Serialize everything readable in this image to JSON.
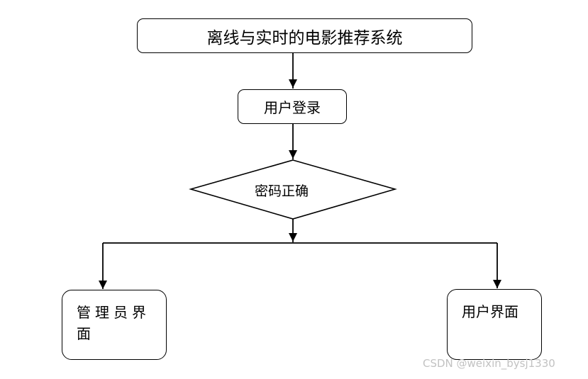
{
  "diagram": {
    "title_box": "离线与实时的电影推荐系统",
    "login_box": "用户登录",
    "decision": "密码正确",
    "admin_box": "管理员界面",
    "user_box": "用户界面"
  },
  "watermark": "CSDN @weixin_bysj1330"
}
